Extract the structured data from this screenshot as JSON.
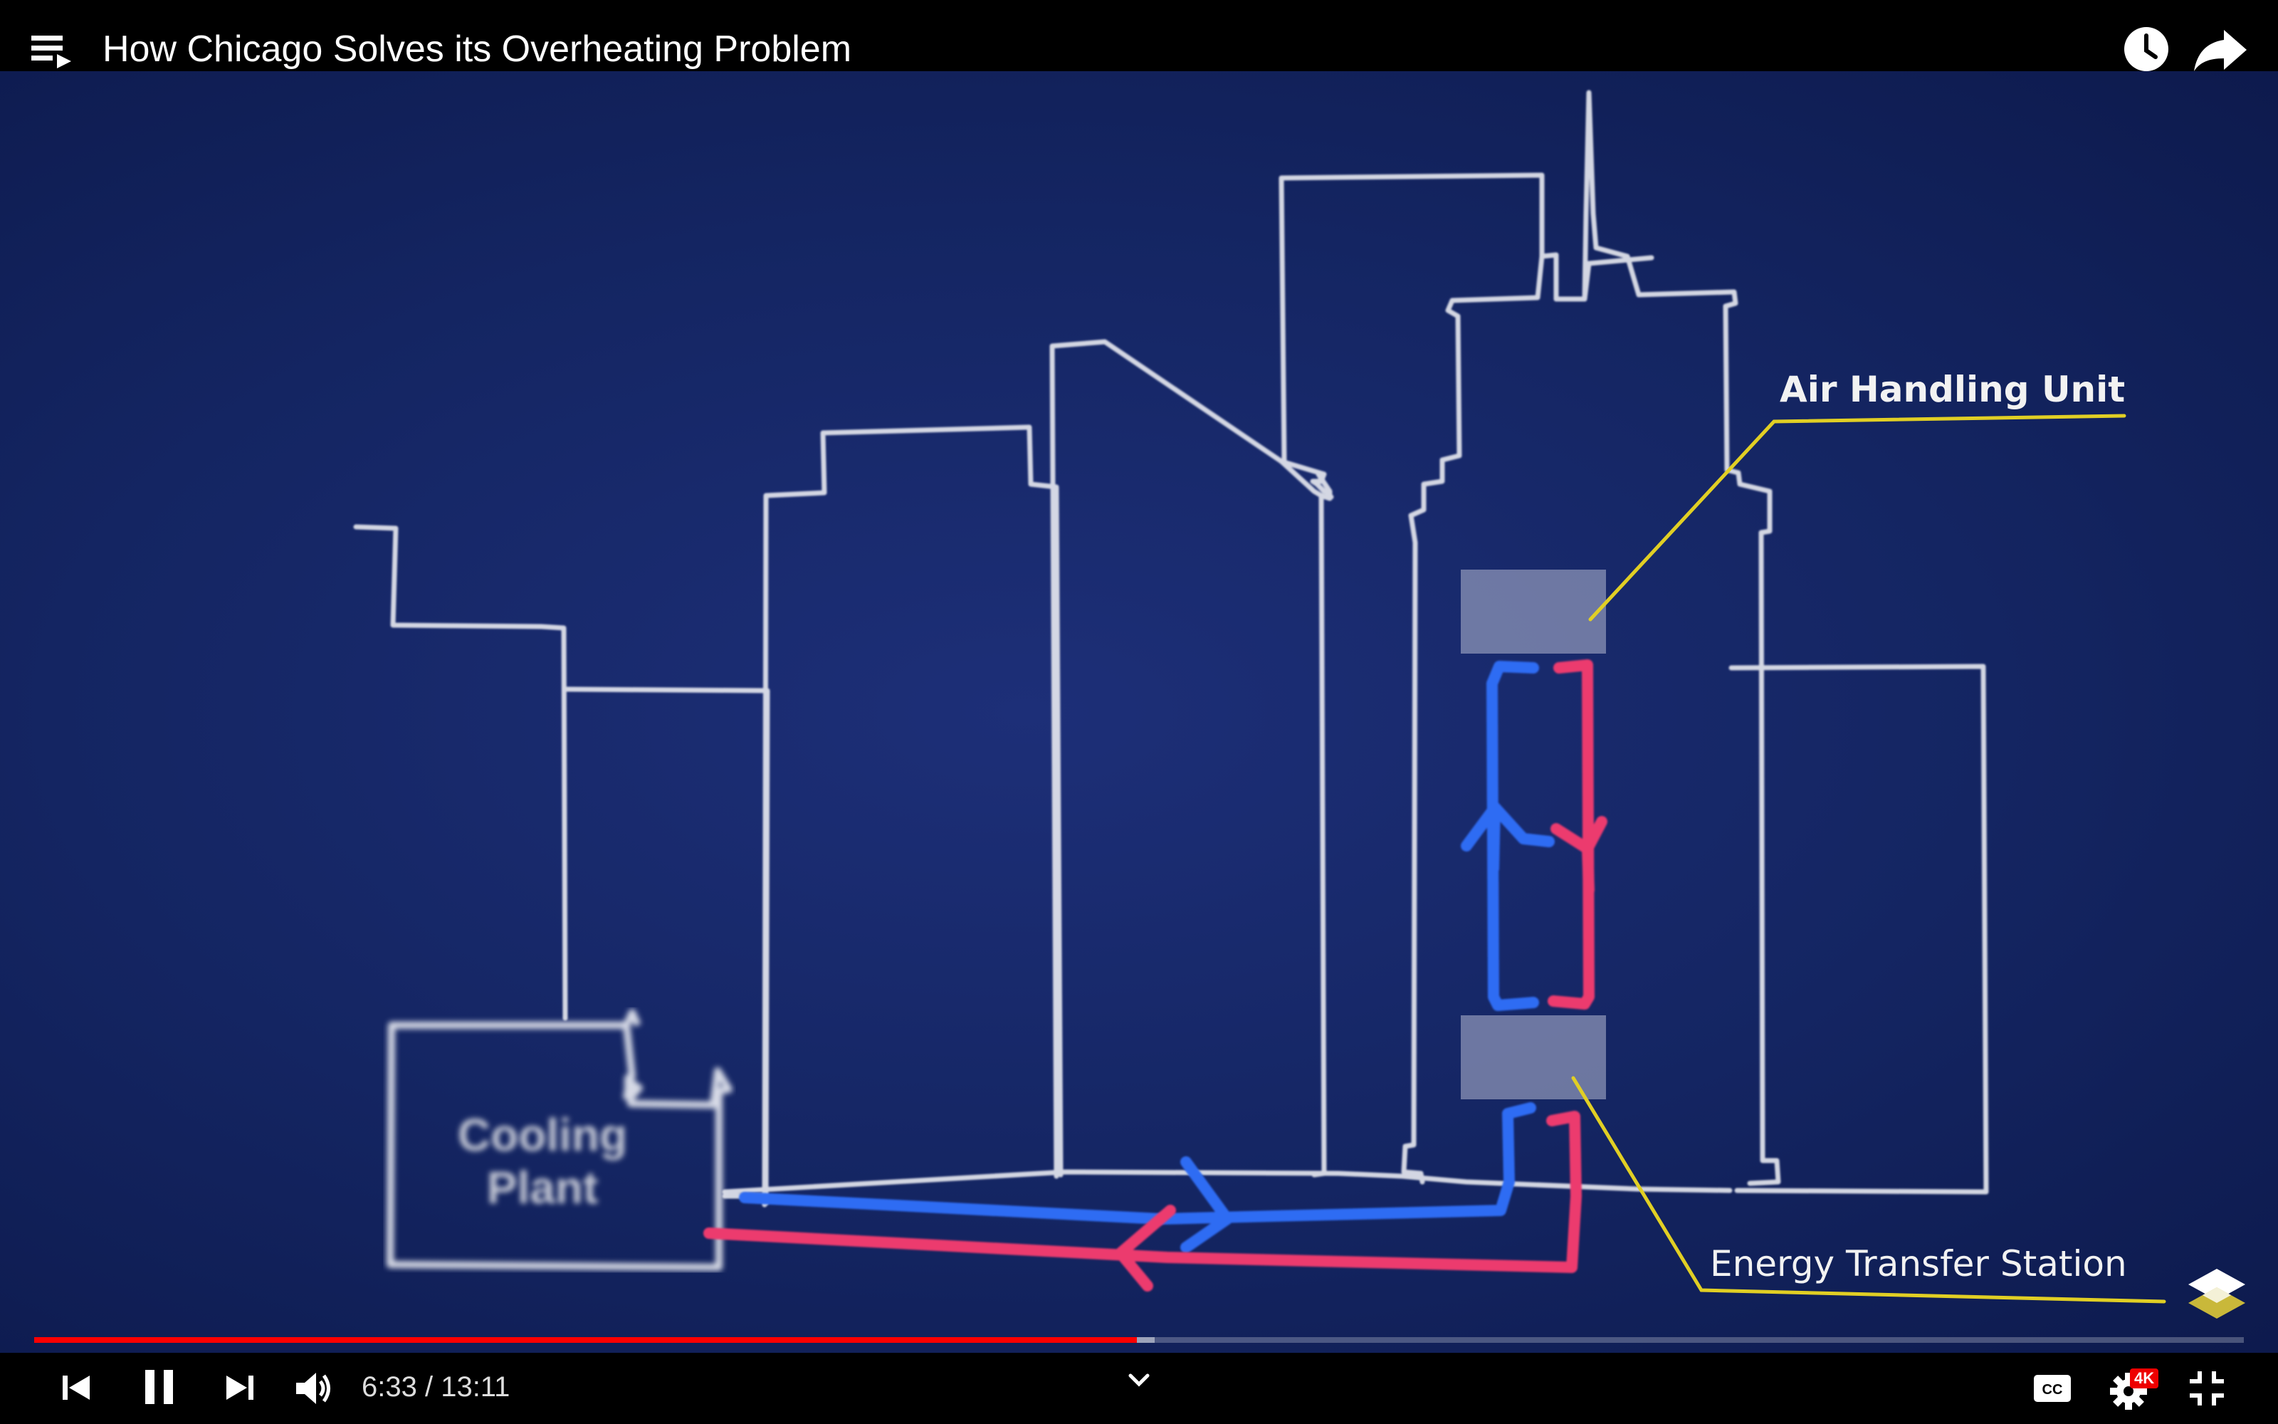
{
  "header": {
    "title": "How Chicago Solves its Overheating Problem",
    "playlist_icon": "playlist-icon",
    "watch_later_icon": "clock-icon",
    "share_icon": "share-arrow-icon"
  },
  "video": {
    "labels": {
      "air_handling_unit": "Air Handling Unit",
      "energy_transfer_station": "Energy Transfer Station",
      "cooling_plant_line1": "Cooling",
      "cooling_plant_line2": "Plant"
    },
    "colors": {
      "background": "#142562",
      "chalk": "#e8e8ec",
      "supply_blue": "#2f6cf0",
      "return_red": "#e8336a",
      "callout_yellow": "#e6d21a",
      "unit_box": "#9aa3c2"
    },
    "watermark_icon": "layers-logo-icon"
  },
  "player": {
    "current_time": "6:33",
    "duration": "13:11",
    "time_separator": " / ",
    "progress_fraction": 0.499,
    "buffered_fraction": 0.507,
    "quality_badge": "4K",
    "icons": {
      "previous": "skip-previous-icon",
      "pause": "pause-icon",
      "next": "skip-next-icon",
      "volume": "volume-icon",
      "chevron": "chevron-down-icon",
      "captions": "closed-captions-icon",
      "settings": "gear-icon",
      "exit_fullscreen": "exit-fullscreen-icon"
    }
  }
}
